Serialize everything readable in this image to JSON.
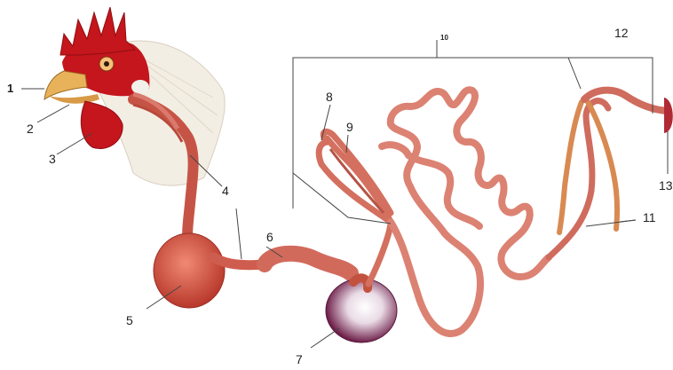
{
  "diagram": {
    "labels": {
      "l1": "1",
      "l2": "2",
      "l3": "3",
      "l4": "4",
      "l5": "5",
      "l6": "6",
      "l7": "7",
      "l8": "8",
      "l9": "9",
      "l10": "10",
      "l11": "11",
      "l12": "12",
      "l13": "13"
    },
    "colors": {
      "comb": "#c4161c",
      "tract": "#d9685a",
      "tract_dark": "#a83a30",
      "gizzard": "#7a2a52",
      "feathers": "#f3eee4",
      "beak": "#e8b25a"
    }
  }
}
